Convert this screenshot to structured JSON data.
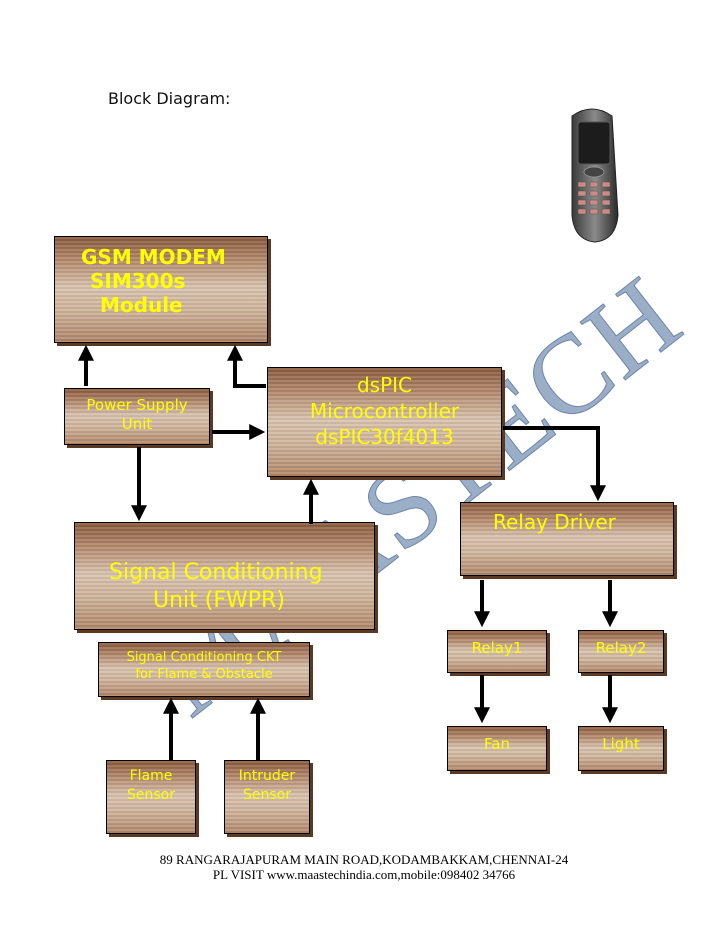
{
  "heading": "Block Diagram:",
  "watermark": "MAASTECH",
  "blocks": {
    "gsm": [
      "GSM MODEM",
      "SIM300s",
      "Module"
    ],
    "power": [
      "Power Supply",
      "Unit"
    ],
    "mcu": [
      "dsPIC",
      "Microcontroller",
      "dsPIC30f4013"
    ],
    "relay_driver": [
      "Relay Driver"
    ],
    "signal_cond": [
      "Signal Conditioning",
      "Unit (FWPR)"
    ],
    "signal_ckt": [
      "Signal Conditioning CKT",
      "for Flame & Obstacle"
    ],
    "relay1": [
      "Relay1"
    ],
    "relay2": [
      "Relay2"
    ],
    "fan": [
      "Fan"
    ],
    "light": [
      "Light"
    ],
    "flame": [
      "Flame",
      "Sensor"
    ],
    "intruder": [
      "Intruder",
      "Sensor"
    ]
  },
  "footer": {
    "line1": "89 RANGARAJAPURAM MAIN ROAD,KODAMBAKKAM,CHENNAI-24",
    "line2": "PL VISIT www.maastechindia.com,mobile:098402 34766"
  },
  "colors": {
    "box_text": "#ffff00",
    "watermark": "#8fa5c2",
    "arrow": "#000000"
  },
  "icons": [
    "mobile-phone-icon"
  ]
}
